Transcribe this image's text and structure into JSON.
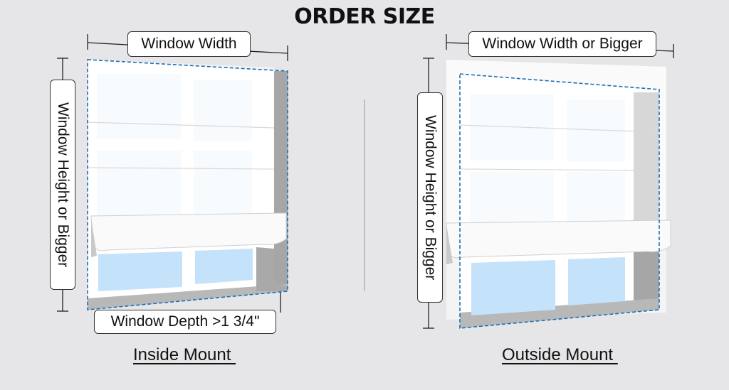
{
  "title": "ORDER SIZE",
  "inside": {
    "width_label": "Window Width",
    "height_label": "Window Height or Bigger",
    "depth_label": "Window Depth >1 3/4\"",
    "caption": "Inside Mount "
  },
  "outside": {
    "width_label": "Window Width or Bigger",
    "height_label": "Window Height or Bigger",
    "caption": "Outside Mount "
  },
  "colors": {
    "background": "#e6e6e8",
    "glass": "#c5e2fb",
    "frame": "#ffffff",
    "shade": "#f7f7f7",
    "dashed_outline": "#1b6fb5",
    "shadow": "#9c9c9c"
  }
}
